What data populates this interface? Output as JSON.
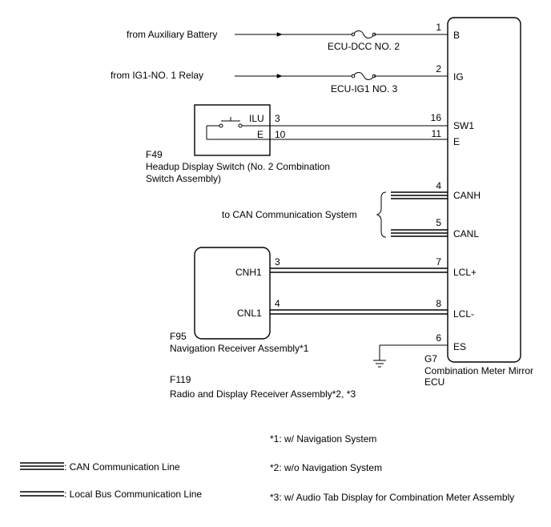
{
  "ecu": {
    "code": "G7",
    "name_line1": "Combination Meter Mirror",
    "name_line2": "ECU",
    "pins": [
      {
        "num": "1",
        "name": "B"
      },
      {
        "num": "2",
        "name": "IG"
      },
      {
        "num": "16",
        "name": "SW1"
      },
      {
        "num": "11",
        "name": "E"
      },
      {
        "num": "4",
        "name": "CANH"
      },
      {
        "num": "5",
        "name": "CANL"
      },
      {
        "num": "7",
        "name": "LCL+"
      },
      {
        "num": "8",
        "name": "LCL-"
      },
      {
        "num": "6",
        "name": "ES"
      }
    ]
  },
  "sources": {
    "aux_battery": "from Auxiliary Battery",
    "ig1_relay": "from IG1-NO. 1 Relay"
  },
  "fuses": {
    "fuse1": "ECU-DCC NO. 2",
    "fuse2": "ECU-IG1 NO. 3"
  },
  "switch": {
    "code": "F49",
    "name_line1": "Headup Display Switch (No. 2 Combination",
    "name_line2": "Switch Assembly)",
    "pin_ilu_label": "ILU",
    "pin_ilu_num": "3",
    "pin_e_label": "E",
    "pin_e_num": "10"
  },
  "can": {
    "label": "to CAN Communication System"
  },
  "receiver": {
    "code1": "F95",
    "name1": "Navigation Receiver Assembly*1",
    "code2": "F119",
    "name2": "Radio and Display Receiver Assembly*2, *3",
    "pin_cnh1_label": "CNH1",
    "pin_cnh1_num": "3",
    "pin_cnl1_label": "CNL1",
    "pin_cnl1_num": "4"
  },
  "legend": {
    "can_line": ": CAN Communication Line",
    "local_line": ": Local Bus Communication Line"
  },
  "notes": {
    "n1": "*1: w/ Navigation System",
    "n2": "*2: w/o Navigation System",
    "n3": "*3: w/ Audio Tab Display  for Combination Meter Assembly"
  }
}
